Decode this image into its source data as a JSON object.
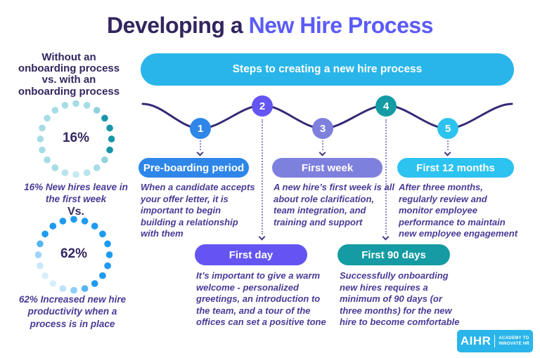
{
  "title": {
    "prefix": "Developing a ",
    "highlight": "New Hire Process"
  },
  "sidebar": {
    "heading": "Without an onboarding process vs. with an onboarding process",
    "vs_label": "Vs.",
    "stat1": {
      "value": "16%",
      "caption": "16% New hires leave in the first week",
      "accent_color": "#1796a8",
      "dot_color": "#a6dce6"
    },
    "stat2": {
      "value": "62%",
      "caption": "62% Increased new hire productivity when a process is in place",
      "accent_color": "#1e9bf0",
      "dot_color": "#d8eefd"
    }
  },
  "banner": {
    "label": "Steps to creating a new hire process"
  },
  "steps": [
    {
      "number": "1",
      "label": "Pre-boarding period",
      "color": "#2e86e8",
      "description": "When a candidate accepts your offer letter, it is important to begin building a relationship with them"
    },
    {
      "number": "2",
      "label": "First day",
      "color": "#6455f2",
      "description": "It’s important to give a warm welcome - personalized greetings, an introduction to the team, and a tour of the offices can set a positive tone"
    },
    {
      "number": "3",
      "label": "First week",
      "color": "#7e80dd",
      "description": "A new hire’s first week is all about role clarification, team integration, and training and support"
    },
    {
      "number": "4",
      "label": "First 90 days",
      "color": "#149ba3",
      "description": "Successfully onboarding new hires requires a minimum of 90 days (or three months) for the new hire to become comfortable"
    },
    {
      "number": "5",
      "label": "First 12 months",
      "color": "#2cc3f0",
      "description": "After three months, regularly review and monitor employee performance to maintain new employee engagement"
    }
  ],
  "colors": {
    "title_dark": "#33265f",
    "title_accent": "#5b5bf7",
    "banner_bg": "#29b5ea",
    "wave_line": "#322a75",
    "body_text_purple": "#4a3a96"
  },
  "logo": {
    "brand": "AIHR",
    "tagline_line1": "ACADEMY TO",
    "tagline_line2": "INNOVATE HR"
  }
}
